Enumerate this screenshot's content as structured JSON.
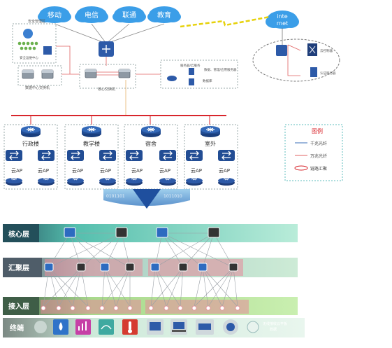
{
  "clouds": {
    "mobile": "移动",
    "telecom": "电信",
    "unicom": "联通",
    "edu": "教育",
    "internet_line1": "inte",
    "internet_line2": "rnet"
  },
  "top": {
    "security_label": "安全管理区",
    "security_sub": "安全运维中心",
    "dc_core_label": "数据中心交换机",
    "core_switch_label": "核心交换机",
    "server_area_line1": "服务器/云服务",
    "server_area_line2": "数据、管理/应用服务器",
    "server_area_line3": "数据库",
    "remote_label1": "云控制器",
    "remote_label2": "认证服务器"
  },
  "buildings": [
    {
      "name": "行政楼",
      "ap1": "云AP",
      "ap2": "云AP"
    },
    {
      "name": "教学楼",
      "ap1": "云AP",
      "ap2": "云AP"
    },
    {
      "name": "宿舍",
      "ap1": "云AP",
      "ap2": "云AP"
    },
    {
      "name": "室外",
      "ap1": "云AP",
      "ap2": "云AP"
    }
  ],
  "legend": {
    "title": "图例",
    "gigabit": "千兆光纤",
    "tengig": "万兆光纤",
    "aggregation": "链路汇聚"
  },
  "layers": {
    "core": "核心层",
    "aggregation": "汇聚层",
    "access": "接入层",
    "terminal": "终端",
    "terminal_note_line1": "无线接收云平板",
    "terminal_note_line2": "数据"
  },
  "colors": {
    "cloud": "#3b9ee8",
    "core_band": "#2e9e8a",
    "agg_band": "#e58a9a",
    "access_band": "#7fbf3f",
    "device_blue": "#1f4f9e",
    "red_line": "#d8262c"
  }
}
